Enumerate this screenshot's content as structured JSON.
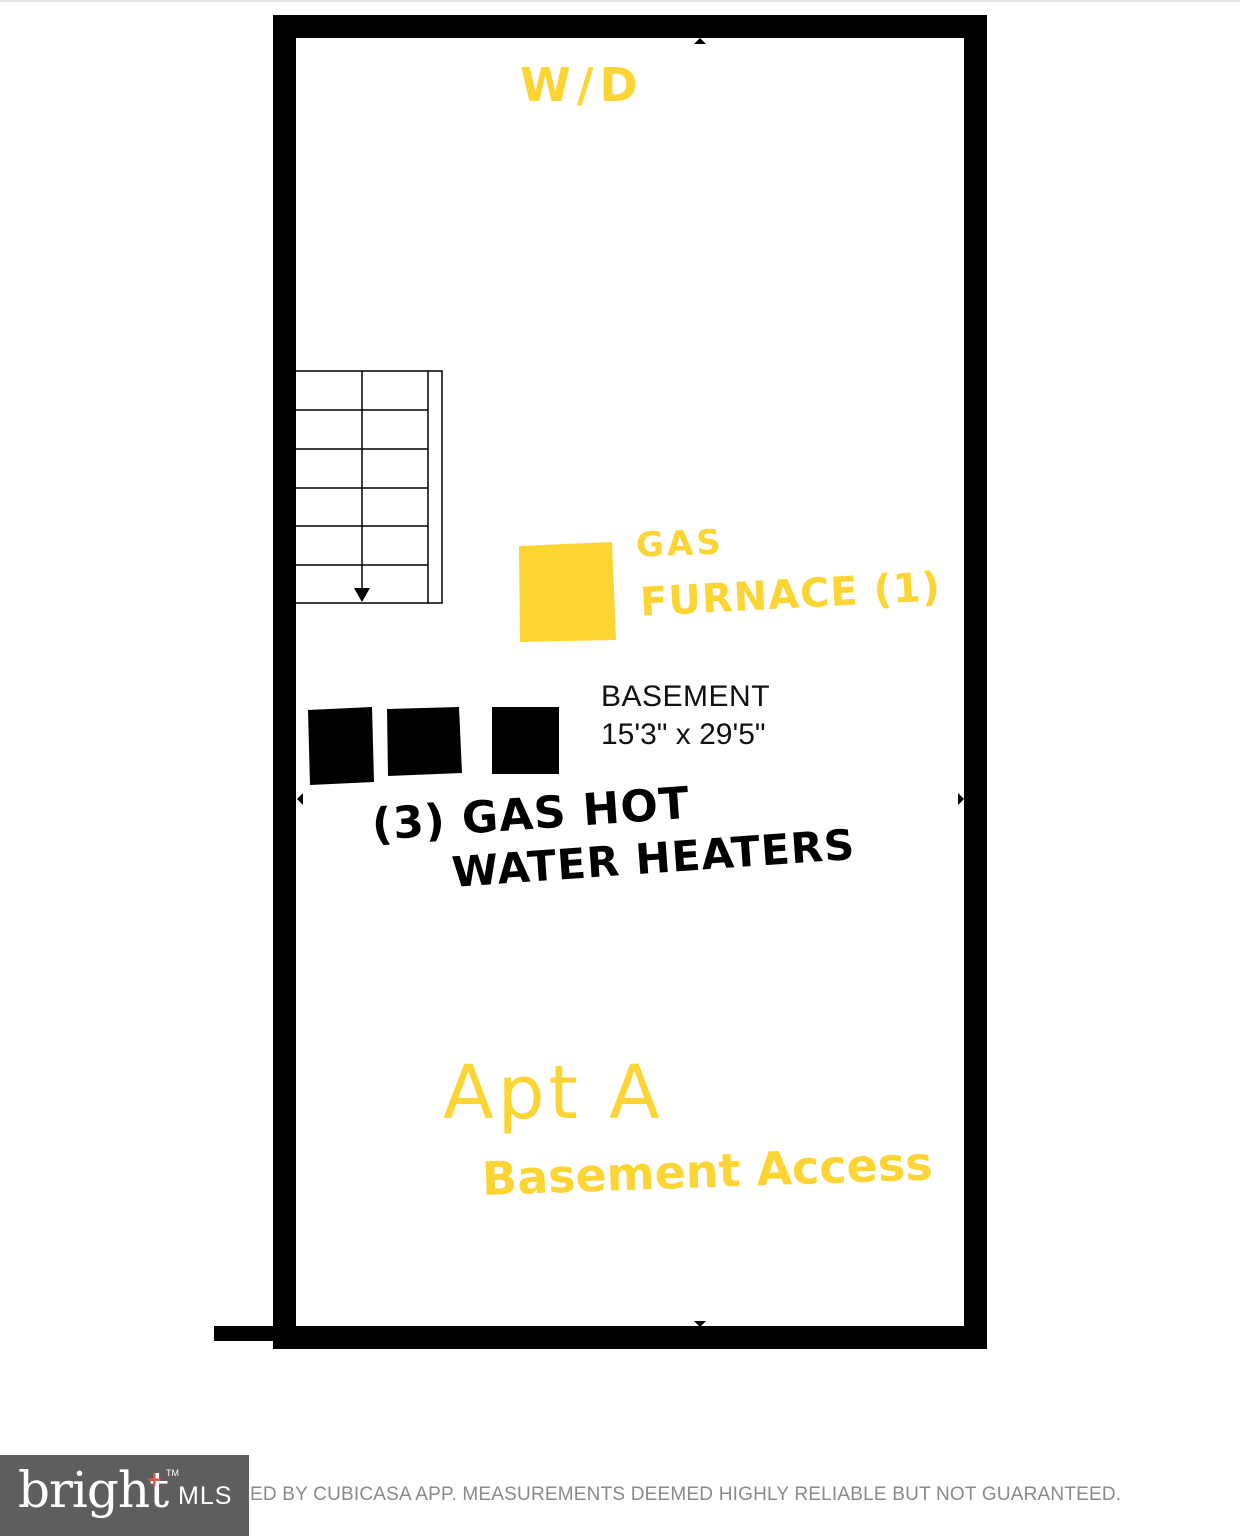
{
  "room": {
    "name": "BASEMENT",
    "dimensions": "15'3\" x 29'5\""
  },
  "annotations": {
    "laundry": "W/D",
    "furnace_line1": "GAS",
    "furnace_line2": "FURNACE (1)",
    "water_heaters_line1": "(3) GAS HOT",
    "water_heaters_line2": "WATER HEATERS",
    "unit": "Apt A",
    "access": "Basement Access"
  },
  "footer": {
    "logo_word": "bright",
    "logo_suffix": "MLS",
    "logo_plus": "+",
    "logo_tm": "TM",
    "disclaimer": "ED BY CUBICASA APP. MEASUREMENTS DEEMED HIGHLY RELIABLE BUT NOT GUARANTEED."
  },
  "colors": {
    "wall": "#000000",
    "handwriting_yellow": "#fcd433",
    "handwriting_black": "#000000",
    "logo_background": "#5e5e5e",
    "logo_accent": "#e8534a"
  }
}
